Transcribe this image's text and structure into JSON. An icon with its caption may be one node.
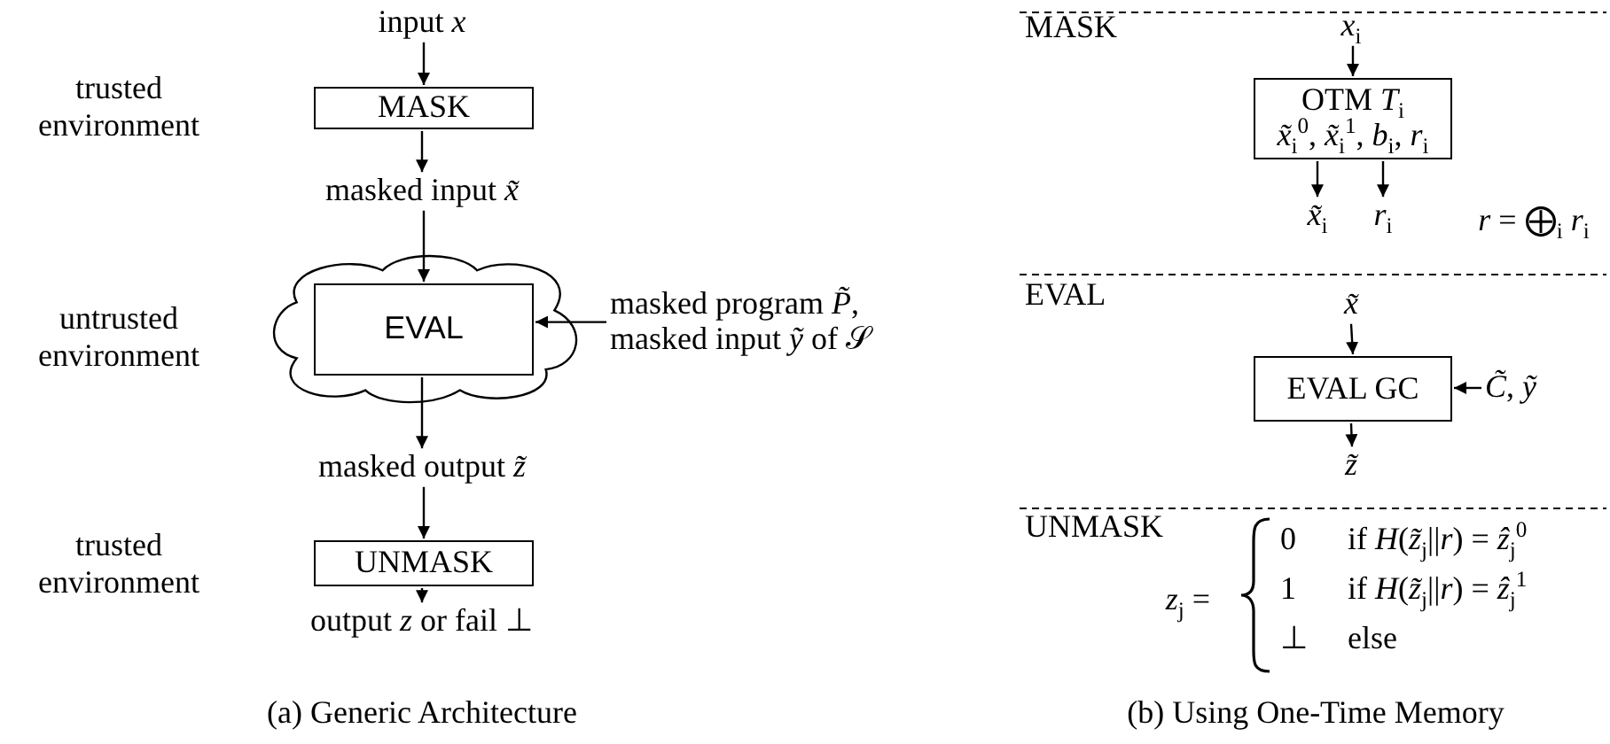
{
  "diagram": {
    "nodes": [
      {
        "text": [
          "input *x*"
        ]
      },
      {
        "text": [
          "MASK"
        ],
        "beside": [
          "trusted environment"
        ]
      },
      {
        "text": [
          "masked input *x̃*"
        ]
      },
      {
        "text": [],
        "shape": "cloud",
        "beside": [
          "untrusted environment"
        ]
      },
      {
        "text": [
          "EVAL"
        ],
        "in": 3
      },
      {
        "text": [
          "masked program *P̃*, masked input *ỹ* of 𝒮"
        ]
      },
      {
        "text": [
          "masked output *z̃*"
        ]
      },
      {
        "text": [
          "UNMASK"
        ],
        "beside": [
          "trusted environment"
        ]
      },
      {
        "text": [
          "output *z* or fail ⊥"
        ]
      },
      {
        "text": [
          "*x*$_{i}$"
        ]
      },
      {
        "text": [
          "OTM *T*$_{i}$",
          "*x̃*$_{i}$$^{0}$, *x̃*$_{i}$$^{1}$, *b*$_{i}$, *r*$_{i}$"
        ]
      },
      {
        "text": [
          "*x̃*$_{i}$"
        ]
      },
      {
        "text": [
          "*r*$_{i}$"
        ]
      },
      {
        "text": [
          "*x̃*"
        ]
      },
      {
        "text": [
          "EVAL GC"
        ]
      },
      {
        "text": [
          "*C̃*, *ỹ*"
        ]
      },
      {
        "text": [
          "*z̃*"
        ]
      }
    ],
    "edges": [
      {
        "from": 0,
        "to": 1,
        "arrow": "to"
      },
      {
        "from": 1,
        "to": 2,
        "arrow": "to"
      },
      {
        "from": 2,
        "to": 4,
        "arrow": "to"
      },
      {
        "from": 5,
        "to": 4,
        "arrow": "to"
      },
      {
        "from": 4,
        "to": 6,
        "arrow": "to"
      },
      {
        "from": 6,
        "to": 7,
        "arrow": "to"
      },
      {
        "from": 7,
        "to": 8,
        "arrow": "to"
      },
      {
        "from": 9,
        "to": 10,
        "arrow": "to"
      },
      {
        "from": 10,
        "to": 11,
        "arrow": "to"
      },
      {
        "from": 10,
        "to": 12,
        "arrow": "to"
      },
      {
        "from": 13,
        "to": 14,
        "arrow": "to"
      },
      {
        "from": 15,
        "to": 14,
        "arrow": "to"
      },
      {
        "from": 14,
        "to": 16,
        "arrow": "to"
      }
    ],
    "labels": [
      "MASK",
      "*r* = ⨁$_{i}$ *r*$_{i}$",
      "EVAL",
      "UNMASK",
      "*z*$_{j}$ =",
      "0",
      "if *H*(*z̃*$_{j}$||*r*) = *ẑ*$_{j}$$^{0}$",
      "1",
      "if *H*(*z̃*$_{j}$||*r*) = *ẑ*$_{j}$$^{1}$",
      "⊥",
      "else",
      "(a) Generic Architecture",
      "(b) Using One-Time Memory"
    ]
  }
}
